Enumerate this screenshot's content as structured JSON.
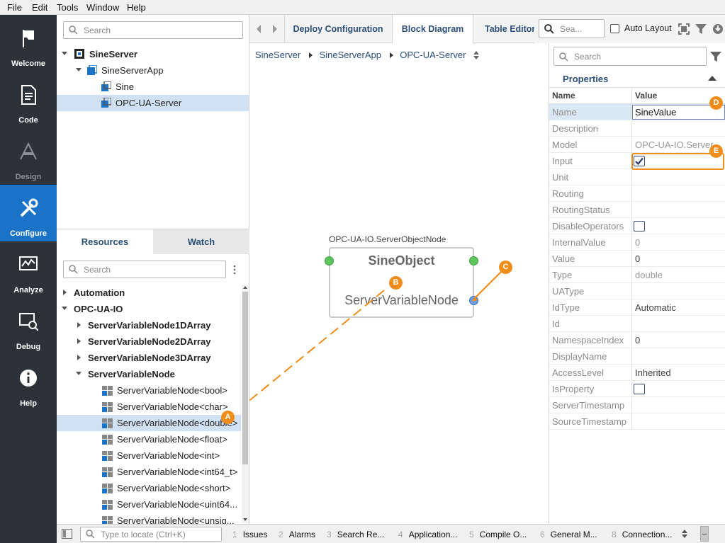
{
  "menu": [
    "File",
    "Edit",
    "Tools",
    "Window",
    "Help"
  ],
  "nav": [
    {
      "label": "Welcome",
      "icon": "flag-icon"
    },
    {
      "label": "Code",
      "icon": "code-document-icon"
    },
    {
      "label": "Design",
      "icon": "design-icon"
    },
    {
      "label": "Configure",
      "icon": "wrench-screwdriver-icon"
    },
    {
      "label": "Analyze",
      "icon": "chart-monitor-icon"
    },
    {
      "label": "Debug",
      "icon": "debug-monitor-icon"
    },
    {
      "label": "Help",
      "icon": "info-icon"
    }
  ],
  "tree": {
    "search_placeholder": "Search",
    "items": [
      {
        "label": "SineServer"
      },
      {
        "label": "SineServerApp"
      },
      {
        "label": "Sine"
      },
      {
        "label": "OPC-UA-Server"
      }
    ]
  },
  "resources": {
    "tabs": [
      "Resources",
      "Watch"
    ],
    "search_placeholder": "Search",
    "items": [
      {
        "label": "Automation"
      },
      {
        "label": "OPC-UA-IO"
      },
      {
        "label": "ServerVariableNode1DArray"
      },
      {
        "label": "ServerVariableNode2DArray"
      },
      {
        "label": "ServerVariableNode3DArray"
      },
      {
        "label": "ServerVariableNode"
      },
      {
        "label": "ServerVariableNode<bool>"
      },
      {
        "label": "ServerVariableNode<char>"
      },
      {
        "label": "ServerVariableNode<double>"
      },
      {
        "label": "ServerVariableNode<float>"
      },
      {
        "label": "ServerVariableNode<int>"
      },
      {
        "label": "ServerVariableNode<int64_t>"
      },
      {
        "label": "ServerVariableNode<short>"
      },
      {
        "label": "ServerVariableNode<uint64..."
      },
      {
        "label": "ServerVariableNode<unsig..."
      }
    ]
  },
  "editor": {
    "tabs": [
      "Deploy Configuration",
      "Block Diagram",
      "Table Editor"
    ],
    "active_tab": "Block Diagram",
    "breadcrumb": [
      "SineServer",
      "SineServerApp",
      "OPC-UA-Server"
    ],
    "block": {
      "type_label": "OPC-UA-IO.ServerObjectNode",
      "title": "SineObject",
      "node": "ServerVariableNode"
    }
  },
  "toolbar": {
    "search_placeholder": "Sea...",
    "auto_layout": "Auto Layout"
  },
  "properties": {
    "search_placeholder": "Search",
    "header": "Properties",
    "col_name": "Name",
    "col_value": "Value",
    "rows": [
      {
        "name": "Name",
        "value": "SineValue"
      },
      {
        "name": "Description",
        "value": ""
      },
      {
        "name": "Model",
        "value": "OPC-UA-IO.Server..."
      },
      {
        "name": "Input",
        "value": ""
      },
      {
        "name": "Unit",
        "value": ""
      },
      {
        "name": "Routing",
        "value": ""
      },
      {
        "name": "RoutingStatus",
        "value": ""
      },
      {
        "name": "DisableOperators",
        "value": ""
      },
      {
        "name": "InternalValue",
        "value": "0"
      },
      {
        "name": "Value",
        "value": "0"
      },
      {
        "name": "Type",
        "value": "double"
      },
      {
        "name": "UAType",
        "value": ""
      },
      {
        "name": "IdType",
        "value": "Automatic"
      },
      {
        "name": "Id",
        "value": ""
      },
      {
        "name": "NamespaceIndex",
        "value": "0"
      },
      {
        "name": "DisplayName",
        "value": ""
      },
      {
        "name": "AccessLevel",
        "value": "Inherited"
      },
      {
        "name": "IsProperty",
        "value": ""
      },
      {
        "name": "ServerTimestamp",
        "value": ""
      },
      {
        "name": "SourceTimestamp",
        "value": ""
      }
    ]
  },
  "status": {
    "locate_placeholder": "Type to locate (Ctrl+K)",
    "tabs": [
      {
        "num": "1",
        "label": "Issues"
      },
      {
        "num": "2",
        "label": "Alarms"
      },
      {
        "num": "3",
        "label": "Search Re..."
      },
      {
        "num": "4",
        "label": "Application..."
      },
      {
        "num": "5",
        "label": "Compile O..."
      },
      {
        "num": "6",
        "label": "General M..."
      },
      {
        "num": "8",
        "label": "Connection..."
      }
    ]
  },
  "markers": [
    "A",
    "B",
    "C",
    "D",
    "E"
  ],
  "colors": {
    "accent": "#1a73c7",
    "sidebar": "#2d3238",
    "marker": "#f08c1a",
    "port_green": "#5cc65c",
    "port_blue": "#6a9ee8",
    "selection": "#cfe1f3"
  }
}
